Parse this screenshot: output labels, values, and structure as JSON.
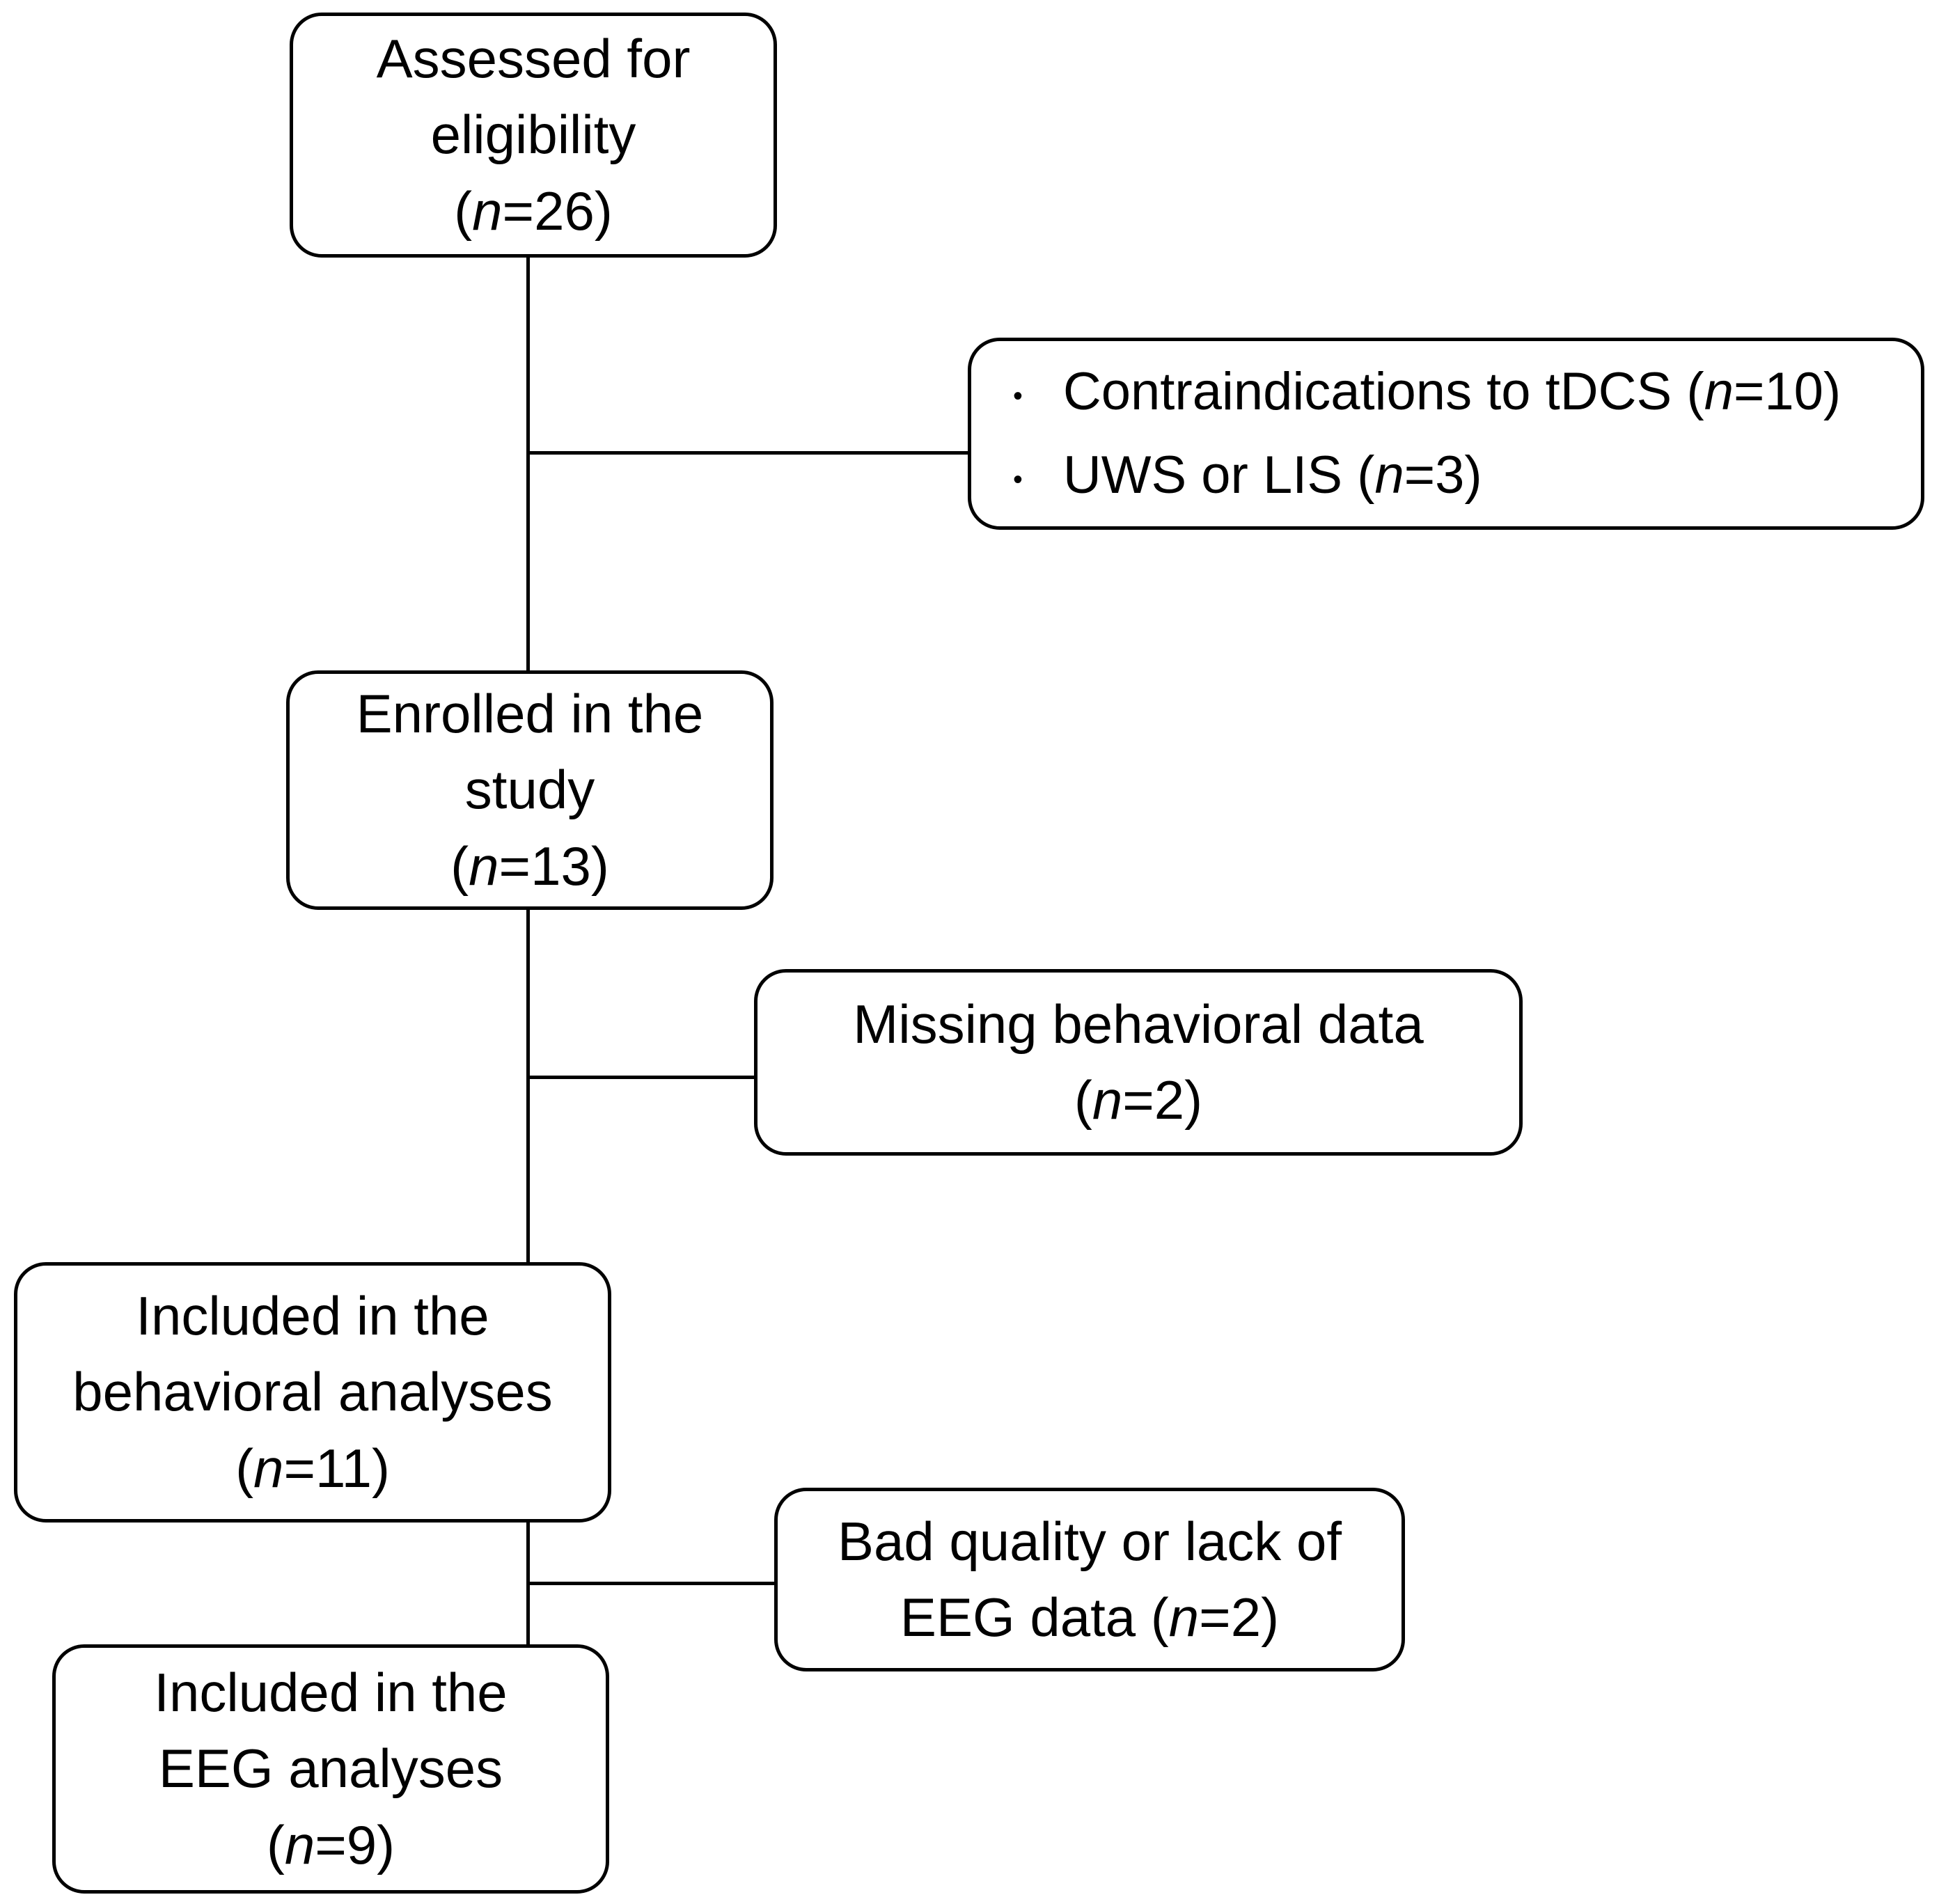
{
  "diagram": {
    "background": "#ffffff",
    "border_color": "#000000",
    "text_color": "#000000"
  },
  "nodes": {
    "assessed": {
      "line1": "Assessed for",
      "line2": "eligibility",
      "count": {
        "open": "(",
        "n": "n",
        "rest": "=26)"
      }
    },
    "exclusions": {
      "bullet": "•",
      "items": [
        {
          "text": "Contraindications to tDCS ",
          "open": "(",
          "n": "n",
          "rest": "=10)"
        },
        {
          "text": " UWS or LIS ",
          "open": "(",
          "n": "n",
          "rest": "=3)"
        }
      ]
    },
    "enrolled": {
      "line1": "Enrolled in the",
      "line2": "study",
      "count": {
        "open": "(",
        "n": "n",
        "rest": "=13)"
      }
    },
    "missing": {
      "line1": "Missing behavioral data",
      "count": {
        "open": "(",
        "n": "n",
        "rest": "=2)"
      }
    },
    "behavioral": {
      "line1": "Included in the",
      "line2": "behavioral analyses",
      "count": {
        "open": "(",
        "n": "n",
        "rest": "=11)"
      }
    },
    "badquality": {
      "line1": "Bad quality or lack of",
      "line2_text": "EEG data ",
      "count": {
        "open": "(",
        "n": "n",
        "rest": "=2)"
      }
    },
    "eeg": {
      "line1": "Included in the",
      "line2": "EEG analyses",
      "count": {
        "open": "(",
        "n": "n",
        "rest": "=9)"
      }
    }
  }
}
